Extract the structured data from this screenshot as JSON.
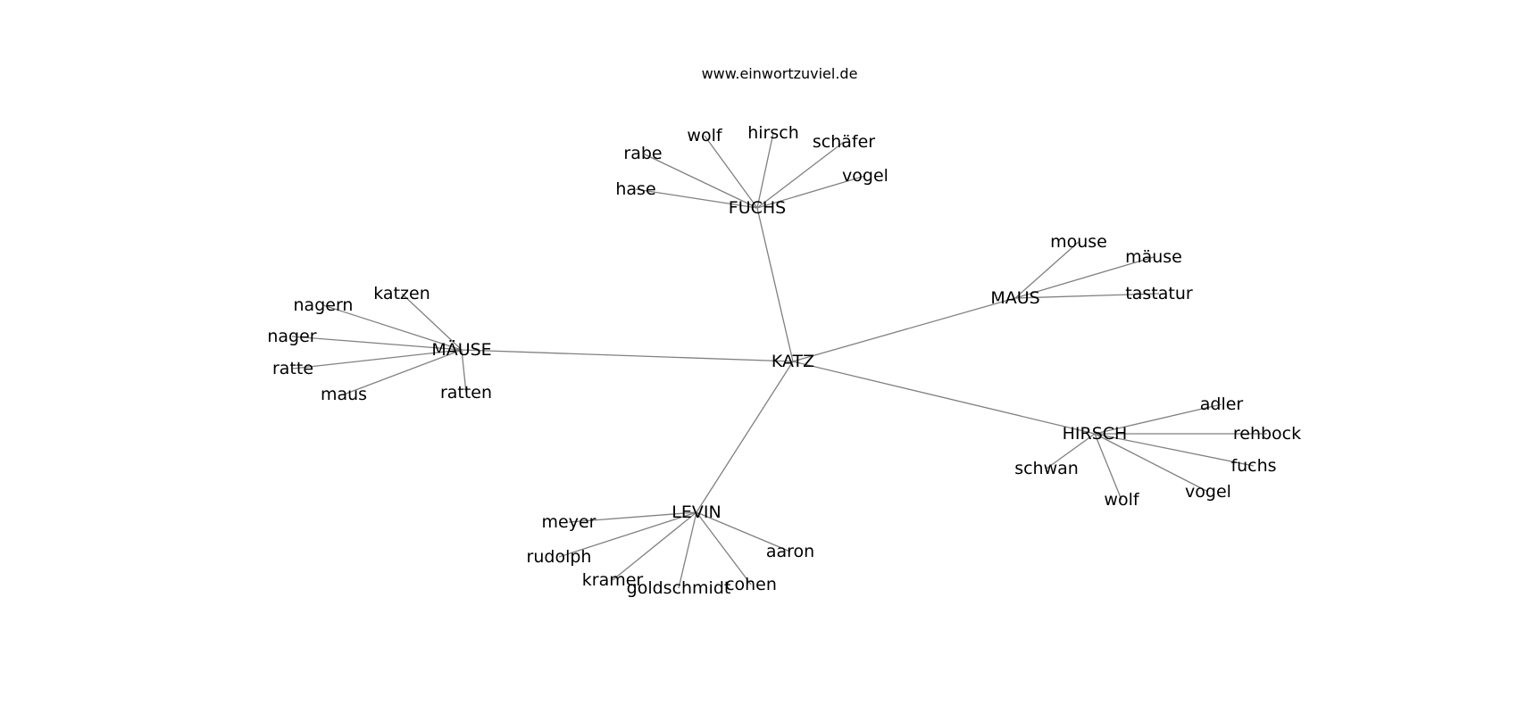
{
  "title": "www.einwortzuviel.de",
  "edge_color": "#808080",
  "text_color": "#000000",
  "center": "KATZ",
  "hubs": [
    {
      "label": "FUCHS",
      "leaves": [
        "rabe",
        "wolf",
        "hirsch",
        "schäfer",
        "vogel",
        "hase"
      ]
    },
    {
      "label": "MAUS",
      "leaves": [
        "mouse",
        "mäuse",
        "tastatur"
      ]
    },
    {
      "label": "MÄUSE",
      "leaves": [
        "katzen",
        "nagern",
        "nager",
        "ratte",
        "maus",
        "ratten"
      ]
    },
    {
      "label": "HIRSCH",
      "leaves": [
        "adler",
        "rehbock",
        "fuchs",
        "vogel",
        "wolf",
        "schwan"
      ]
    },
    {
      "label": "LEVIN",
      "leaves": [
        "meyer",
        "rudolph",
        "kramer",
        "goldschmidt",
        "cohen",
        "aaron"
      ]
    }
  ]
}
